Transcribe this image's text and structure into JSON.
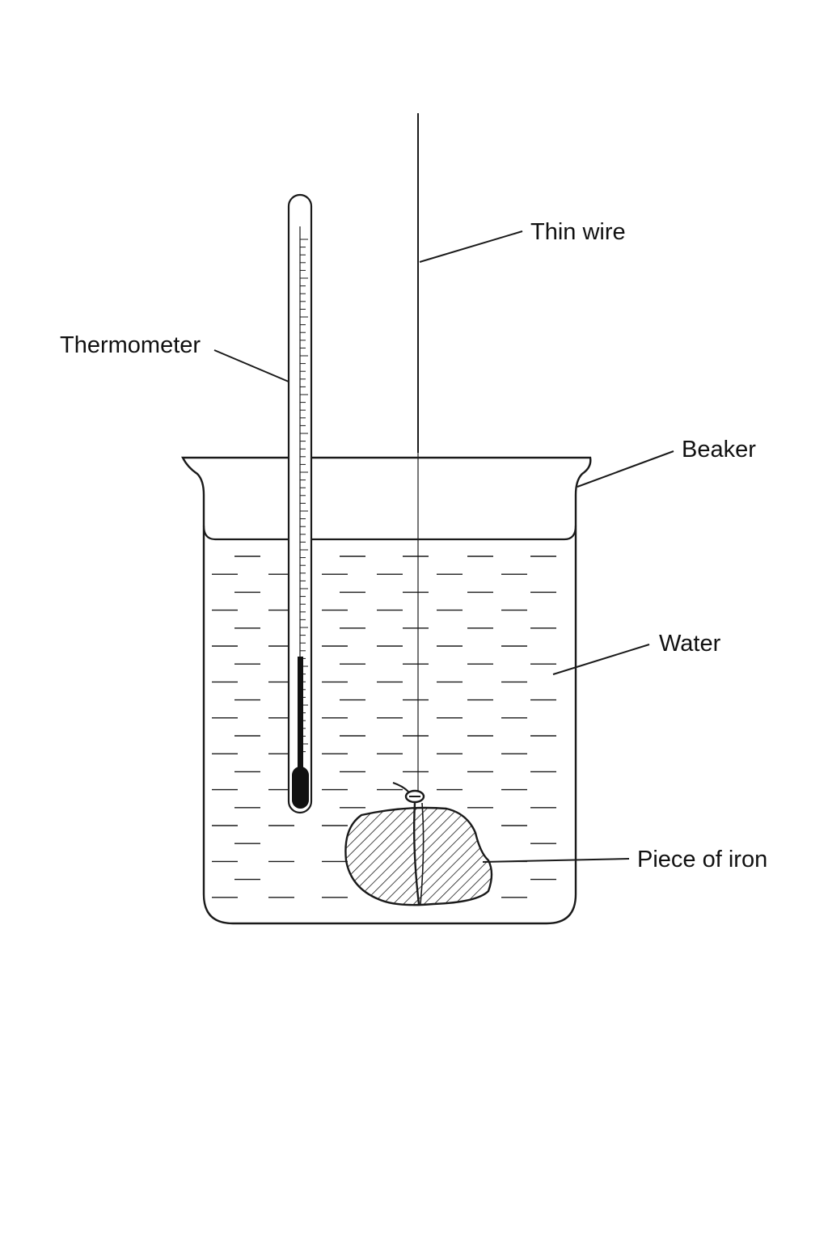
{
  "labels": {
    "thin_wire": "Thin wire",
    "thermometer": "Thermometer",
    "beaker": "Beaker",
    "water": "Water",
    "iron": "Piece of iron"
  },
  "colors": {
    "ink": "#1a1a1a",
    "background": "#ffffff",
    "mercury": "#111111"
  }
}
